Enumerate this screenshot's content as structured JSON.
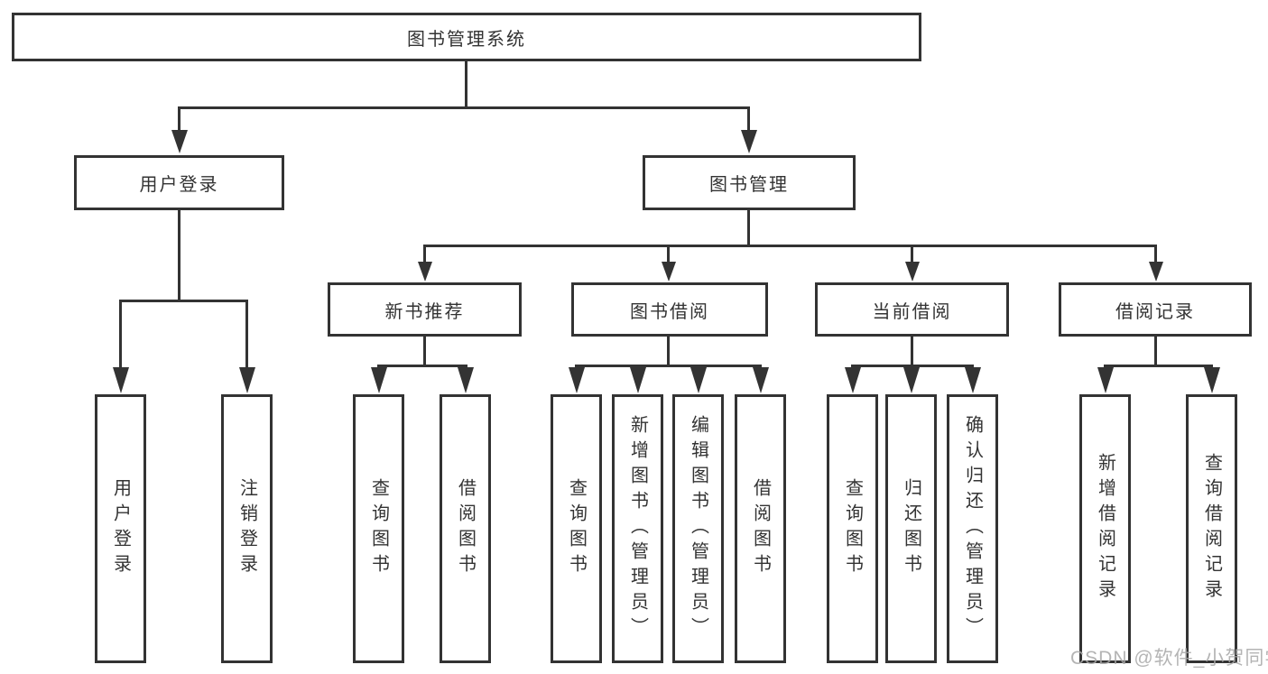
{
  "watermark": "CSDN @软件_小贺同学",
  "colors": {
    "line": "#333333",
    "border": "#333333",
    "text": "#333333",
    "watermark": "#a8a8a8",
    "background": "#ffffff"
  },
  "tree": {
    "root": {
      "label": "图书管理系统"
    },
    "branches": [
      {
        "label": "用户登录",
        "children": [
          {
            "label": "用户登录"
          },
          {
            "label": "注销登录"
          }
        ]
      },
      {
        "label": "图书管理",
        "children": [
          {
            "label": "新书推荐",
            "children": [
              {
                "label": "查询图书"
              },
              {
                "label": "借阅图书"
              }
            ]
          },
          {
            "label": "图书借阅",
            "children": [
              {
                "label": "查询图书"
              },
              {
                "label": "新增图书（管理员）"
              },
              {
                "label": "编辑图书（管理员）"
              },
              {
                "label": "借阅图书"
              }
            ]
          },
          {
            "label": "当前借阅",
            "children": [
              {
                "label": "查询图书"
              },
              {
                "label": "归还图书"
              },
              {
                "label": "确认归还（管理员）"
              }
            ]
          },
          {
            "label": "借阅记录",
            "children": [
              {
                "label": "新增借阅记录"
              },
              {
                "label": "查询借阅记录"
              }
            ]
          }
        ]
      }
    ]
  }
}
